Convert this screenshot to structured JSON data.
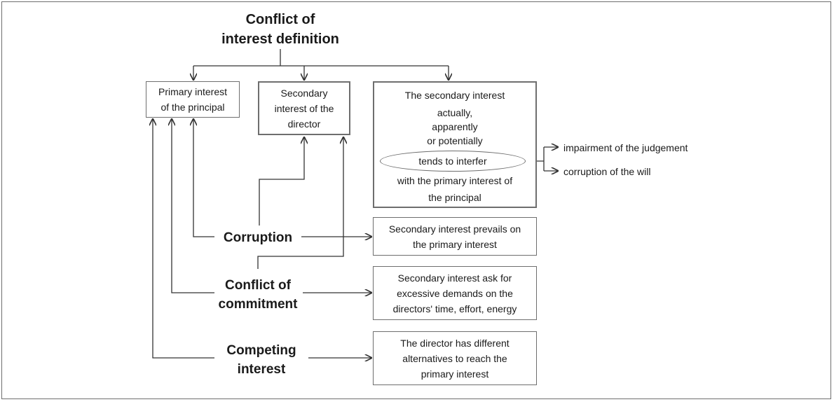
{
  "title": "Conflict of\ninterest definition",
  "boxes": {
    "primary": "Primary interest\nof the principal",
    "secondary": "Secondary\ninterest of the\ndirector",
    "definition": {
      "line1": "The secondary interest",
      "line2": "actually,",
      "line3": "apparently",
      "line4": "or potentially",
      "ellipse": "tends to interfer",
      "line5": "with the primary interest of",
      "line6": "the principal"
    },
    "corruption_desc": "Secondary interest prevails on\nthe primary interest",
    "commitment_desc": "Secondary interest ask for\nexcessive demands on the\ndirectors' time, effort, energy",
    "competing_desc": "The director has different\nalternatives to reach the\nprimary interest"
  },
  "types": {
    "corruption": "Corruption",
    "commitment": "Conflict of\ncommitment",
    "competing": "Competing\ninterest"
  },
  "effects": {
    "impairment": "impairment of the judgement",
    "corruption_will": "corruption of the will"
  }
}
